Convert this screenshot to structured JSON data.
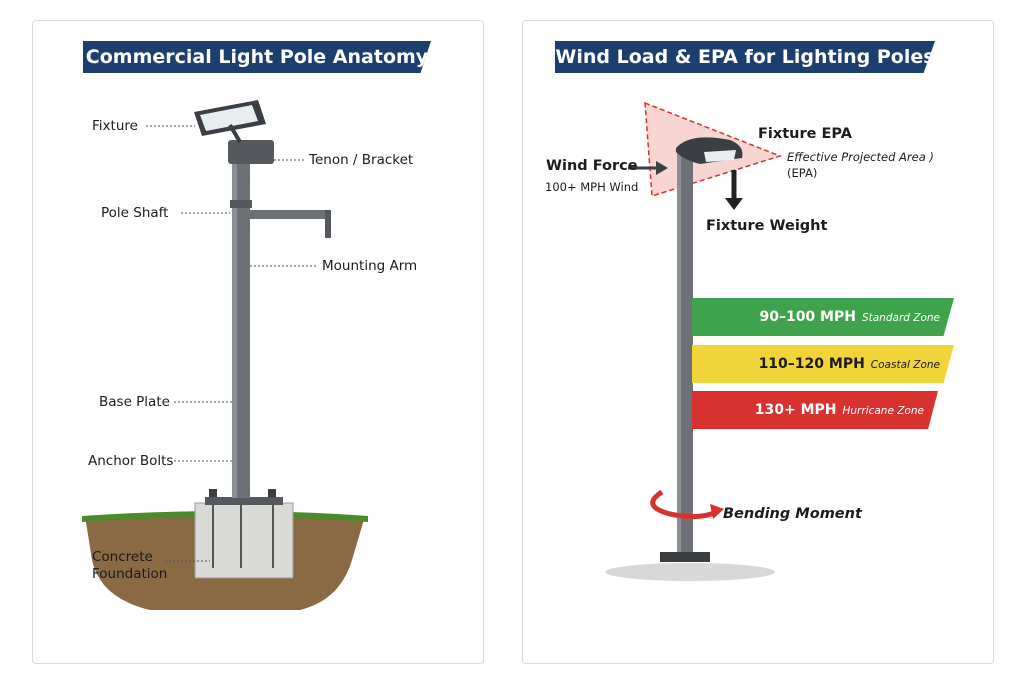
{
  "left": {
    "title": "Commercial Light Pole Anatomy",
    "labels": {
      "fixture": "Fixture",
      "tenon": "Tenon / Bracket",
      "shaft": "Pole Shaft",
      "arm": "Mounting Arm",
      "base_plate": "Base Plate",
      "anchor_bolts": "Anchor Bolts",
      "foundation_1": "Concrete",
      "foundation_2": "Foundation"
    }
  },
  "right": {
    "title": "Wind Load & EPA for Lighting Poles",
    "wind_force": "Wind Force",
    "wind_speed": "100+ MPH Wind",
    "fixture_epa": "Fixture EPA",
    "epa_desc": "Effective Projected Area )",
    "epa_abbr": "(EPA)",
    "fixture_weight": "Fixture Weight",
    "bending_moment": "Bending Moment",
    "zones": [
      {
        "speed": "90–100 MPH",
        "name": "Standard Zone",
        "color": "#3fa34d"
      },
      {
        "speed": "110–120 MPH",
        "name": "Coastal Zone",
        "color": "#f1d33a"
      },
      {
        "speed": "130+ MPH",
        "name": "Hurricane Zone",
        "color": "#d7322f"
      }
    ]
  }
}
